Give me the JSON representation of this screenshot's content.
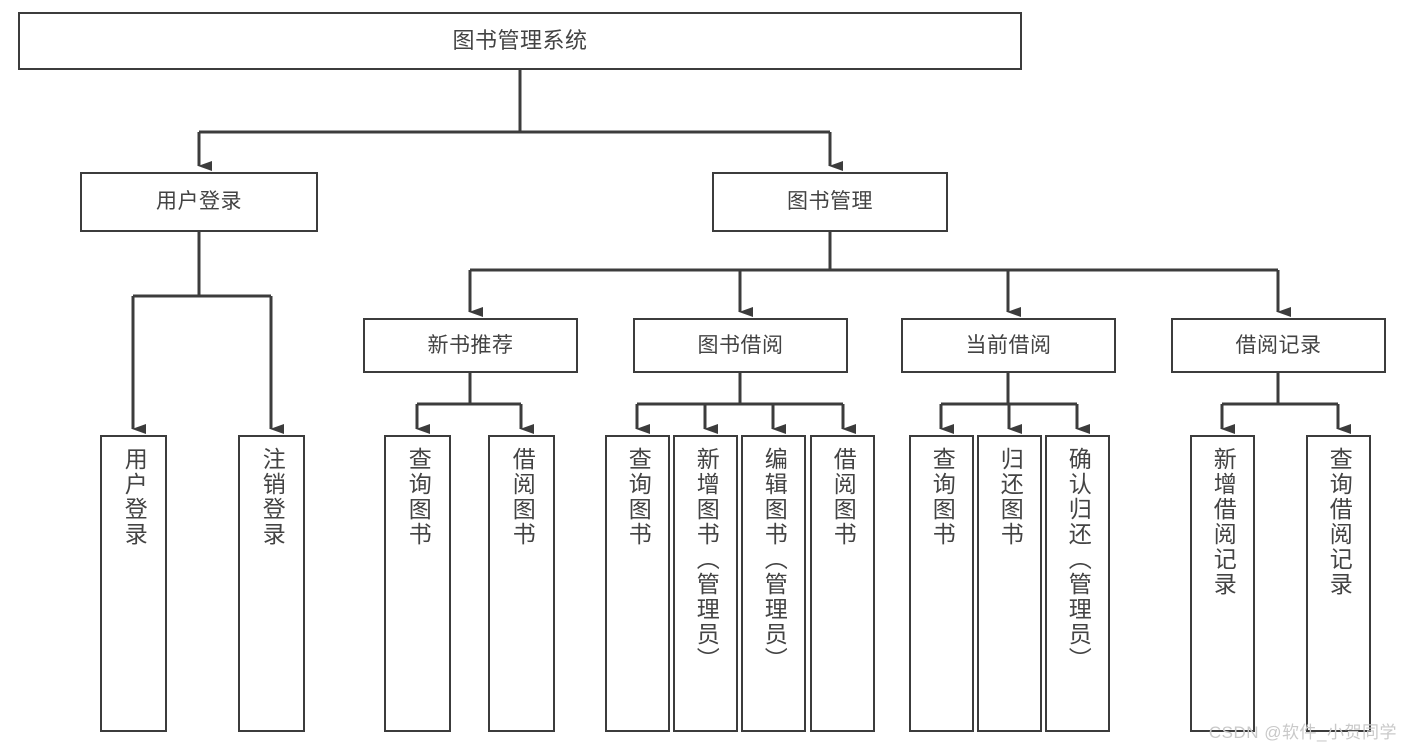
{
  "diagram": {
    "type": "tree-hierarchy-chart",
    "title": "图书管理系统",
    "background_color": "#ffffff",
    "box_border_color": "#3c3c3c",
    "text_color": "#434343",
    "connector_color": "#3c3c3c"
  },
  "nodes": {
    "root": {
      "label": "图书管理系统"
    },
    "level2": [
      {
        "id": "user-login",
        "label": "用户登录"
      },
      {
        "id": "book-management",
        "label": "图书管理"
      }
    ],
    "level3": [
      {
        "id": "new-book-recommend",
        "label": "新书推荐"
      },
      {
        "id": "book-borrow",
        "label": "图书借阅"
      },
      {
        "id": "current-borrow",
        "label": "当前借阅"
      },
      {
        "id": "borrow-record",
        "label": "借阅记录"
      }
    ],
    "leaves": {
      "user_login": [
        {
          "id": "leaf-user-login",
          "label": "用户登录"
        },
        {
          "id": "leaf-logout-login",
          "label": "注销登录"
        }
      ],
      "new_book_recommend": [
        {
          "id": "leaf-query-book-1",
          "label": "查询图书"
        },
        {
          "id": "leaf-borrow-book-1",
          "label": "借阅图书"
        }
      ],
      "book_borrow": [
        {
          "id": "leaf-query-book-2",
          "label": "查询图书"
        },
        {
          "id": "leaf-add-book",
          "label": "新增图书（管理员）"
        },
        {
          "id": "leaf-edit-book",
          "label": "编辑图书（管理员）"
        },
        {
          "id": "leaf-borrow-book-2",
          "label": "借阅图书"
        }
      ],
      "current_borrow": [
        {
          "id": "leaf-query-book-3",
          "label": "查询图书"
        },
        {
          "id": "leaf-return-book",
          "label": "归还图书"
        },
        {
          "id": "leaf-confirm-return",
          "label": "确认归还（管理员）"
        }
      ],
      "borrow_record": [
        {
          "id": "leaf-add-record",
          "label": "新增借阅记录"
        },
        {
          "id": "leaf-query-record",
          "label": "查询借阅记录"
        }
      ]
    }
  },
  "watermark": {
    "text": "CSDN @软件_小贺同学"
  }
}
